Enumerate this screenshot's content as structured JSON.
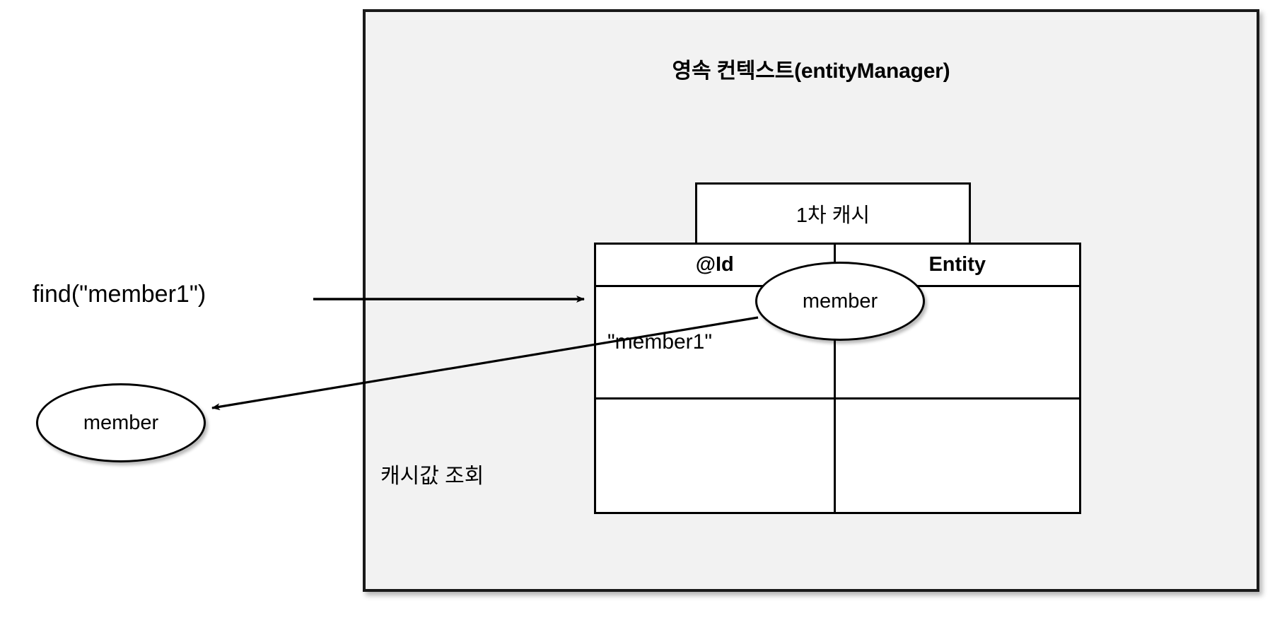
{
  "diagram": {
    "title": "영속 컨텍스트(entityManager)",
    "container_name": "persistence-context",
    "background_color": "#f2f2f2",
    "border_color": "#1a1a1a"
  },
  "cache": {
    "cap_label": "1차 캐시",
    "columns": [
      "@Id",
      "Entity"
    ],
    "rows": [
      {
        "id": "\"member1\"",
        "entity": "member"
      },
      {
        "id": "",
        "entity": ""
      }
    ]
  },
  "labels": {
    "find_call": "find(\"member1\")",
    "cache_read": "캐시값 조회",
    "returned_entity": "member"
  },
  "arrows": [
    {
      "name": "find-arrow",
      "from": "find-label",
      "to": "cache-table-id-cell"
    },
    {
      "name": "cache-read-arrow",
      "from": "cache-entity-ellipse",
      "to": "returned-member-ellipse"
    }
  ],
  "colors": {
    "stroke": "#000000",
    "panel_fill": "#f2f2f2",
    "cell_fill": "#ffffff"
  }
}
